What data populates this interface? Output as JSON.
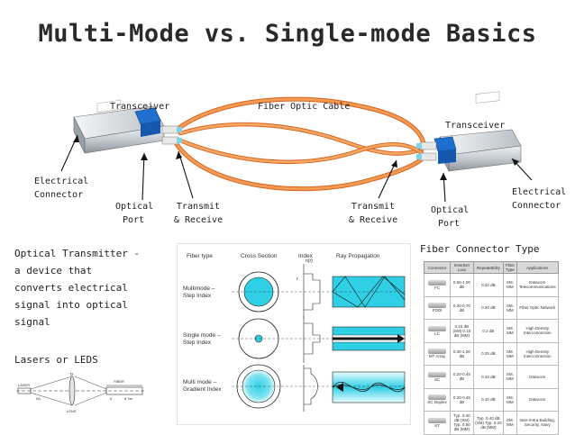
{
  "title": "Multi-Mode vs. Single-mode Basics",
  "hardware": {
    "transceiver_left": "Transceiver",
    "fiber_cable": "Fiber Optic Cable",
    "transceiver_right": "Transceiver",
    "electrical_connector_left": [
      "Electrical",
      "Connector"
    ],
    "optical_port_left": [
      "Optical",
      "Port"
    ],
    "transmit_receive_left": [
      "Transmit",
      "& Receive"
    ],
    "transmit_receive_right": [
      "Transmit",
      "& Receive"
    ],
    "optical_port_right": [
      "Optical",
      "Port"
    ],
    "electrical_connector_right": [
      "Electrical",
      "Connector"
    ]
  },
  "optical_transmitter": {
    "lines": [
      "Optical Transmitter -",
      "a device that",
      "converts electrical",
      "signal into optical",
      "signal"
    ],
    "lasers": "Lasers or LEDS"
  },
  "lens_diagram": {
    "labels": [
      "D",
      "LASER",
      "W₀",
      "LENS",
      "FIBER",
      "d",
      "θ Tar"
    ]
  },
  "fiber_types": {
    "headers": [
      "Fiber type",
      "Cross Section",
      "Index",
      "Ray Propagation"
    ],
    "axis_n": "n(r)",
    "axis_r": "r",
    "rows": [
      {
        "label": [
          "Multimode –",
          "Step Index"
        ]
      },
      {
        "label": [
          "Single mode –",
          "Step Index"
        ]
      },
      {
        "label": [
          "Multi mode –",
          "Gradient Index"
        ]
      }
    ]
  },
  "connector_table": {
    "title": "Fiber Connector Type",
    "headers": [
      "Connector",
      "Insertion Loss",
      "Repeatability",
      "Fiber Type",
      "Applications"
    ],
    "rows": [
      {
        "name": "FC",
        "loss": "0.50-1.00 dB",
        "rep": "0.20 dB",
        "fiber": "SM, MM",
        "app": "Datacom Telecommunications"
      },
      {
        "name": "FDDI",
        "loss": "0.20-0.70 dB",
        "rep": "0.20 dB",
        "fiber": "SM, MM",
        "app": "Fiber Optic Network"
      },
      {
        "name": "LC",
        "loss": "0.15 dB (SM) 0.10 dB (MM)",
        "rep": "0.2 dB",
        "fiber": "SM, MM",
        "app": "High Density Interconnection"
      },
      {
        "name": "MT Array",
        "loss": "0.30-1.00 dB",
        "rep": "0.25 dB",
        "fiber": "SM, MM",
        "app": "High Density Interconnection"
      },
      {
        "name": "SC",
        "loss": "0.20-0.45 dB",
        "rep": "0.10 dB",
        "fiber": "SM, MM",
        "app": "Datacom"
      },
      {
        "name": "SC Duplex",
        "loss": "0.20-0.45 dB",
        "rep": "0.10 dB",
        "fiber": "SM, MM",
        "app": "Datacom"
      },
      {
        "name": "ST",
        "loss": "Typ. 0.40 dB (SM) Typ. 0.50 dB (MM)",
        "rep": "Typ. 0.40 dB (SM) Typ. 0.20 dB (MM)",
        "fiber": "SM, MM",
        "app": "Inter-/Intra-Building, Security, Navy"
      }
    ]
  },
  "colors": {
    "cable": "#f08a3c",
    "cable_dark": "#d7641c",
    "core_cyan": "#2fd0e6",
    "connector_blue": "#1f6fd1",
    "metal": "#c8cdd2"
  }
}
